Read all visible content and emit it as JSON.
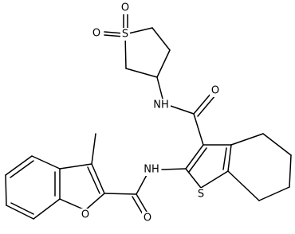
{
  "molecule": {
    "atom_labels": {
      "sulfone_o_top": "O",
      "sulfone_o_left": "O",
      "sulfone_s": "S",
      "amide_nh_top": "NH",
      "amide_o_right": "O",
      "amide_nh_middle": "NH",
      "thiophene_s": "S",
      "furan_o": "O",
      "amide_o_bottom": "O"
    }
  }
}
